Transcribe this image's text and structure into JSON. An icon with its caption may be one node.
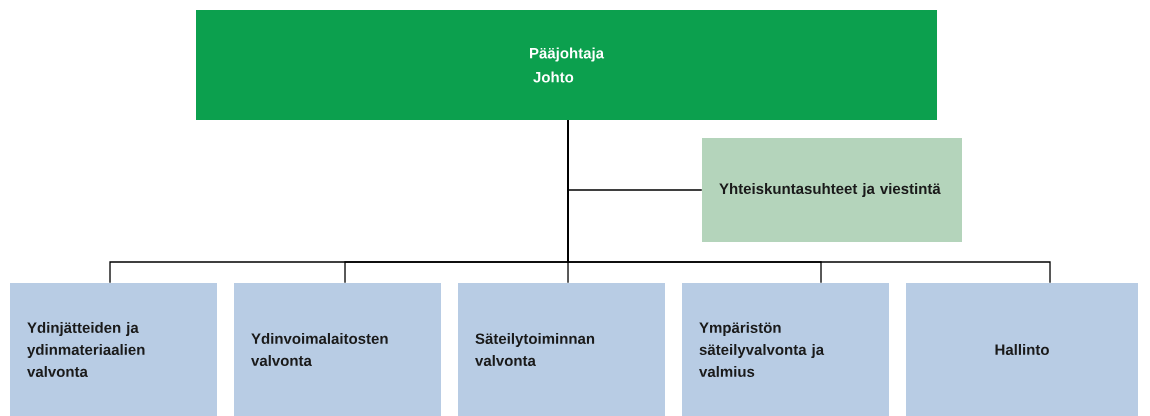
{
  "diagram": {
    "nodes": [
      {
        "text": [
          "Pääjohtaja",
          "Johto"
        ]
      },
      {
        "text": [
          "Yhteiskuntasuhteet ja viestintä"
        ]
      },
      {
        "text": [
          "Ydinjätteiden ja ydinmateriaalien valvonta"
        ]
      },
      {
        "text": [
          "Ydinvoimalaitosten valvonta"
        ]
      },
      {
        "text": [
          "Säteilytoiminnan valvonta"
        ]
      },
      {
        "text": [
          "Ympäristön säteilyvalvonta ja valmius"
        ]
      },
      {
        "text": [
          "Hallinto"
        ]
      }
    ],
    "edges": [
      {
        "from": 0,
        "to": 1,
        "arrow": "none"
      },
      {
        "from": 0,
        "to": 2,
        "arrow": "none"
      },
      {
        "from": 0,
        "to": 3,
        "arrow": "none"
      },
      {
        "from": 0,
        "to": 4,
        "arrow": "none"
      },
      {
        "from": 0,
        "to": 5,
        "arrow": "none"
      },
      {
        "from": 0,
        "to": 6,
        "arrow": "none"
      }
    ]
  }
}
